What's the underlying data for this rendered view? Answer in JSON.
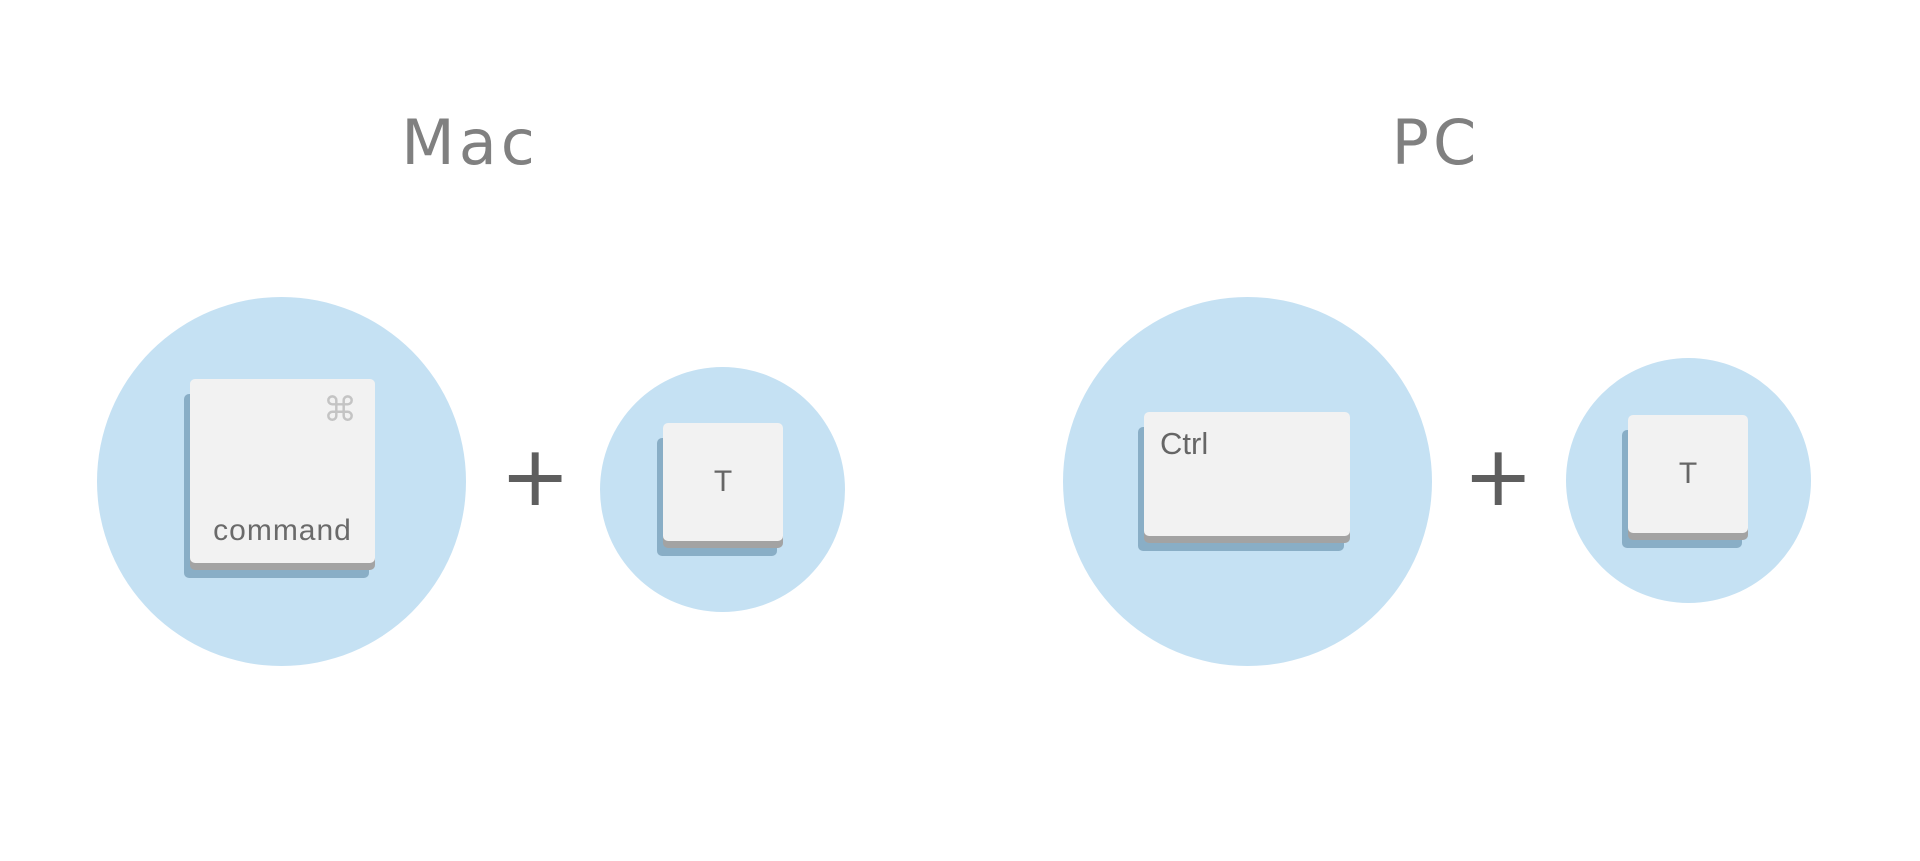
{
  "mac": {
    "title": "Mac",
    "modifier_key": {
      "symbol": "⌘",
      "label": "command"
    },
    "plus": "+",
    "letter_key": {
      "label": "T"
    }
  },
  "pc": {
    "title": "PC",
    "modifier_key": {
      "label": "Ctrl"
    },
    "plus": "+",
    "letter_key": {
      "label": "T"
    }
  },
  "colors": {
    "circle": "#c5e1f3",
    "key_face": "#f2f2f2",
    "key_shadow": "#89aec6",
    "title_text": "#808080",
    "plus_text": "#5e5e5e"
  },
  "icons": {
    "command_symbol": "command-icon"
  }
}
